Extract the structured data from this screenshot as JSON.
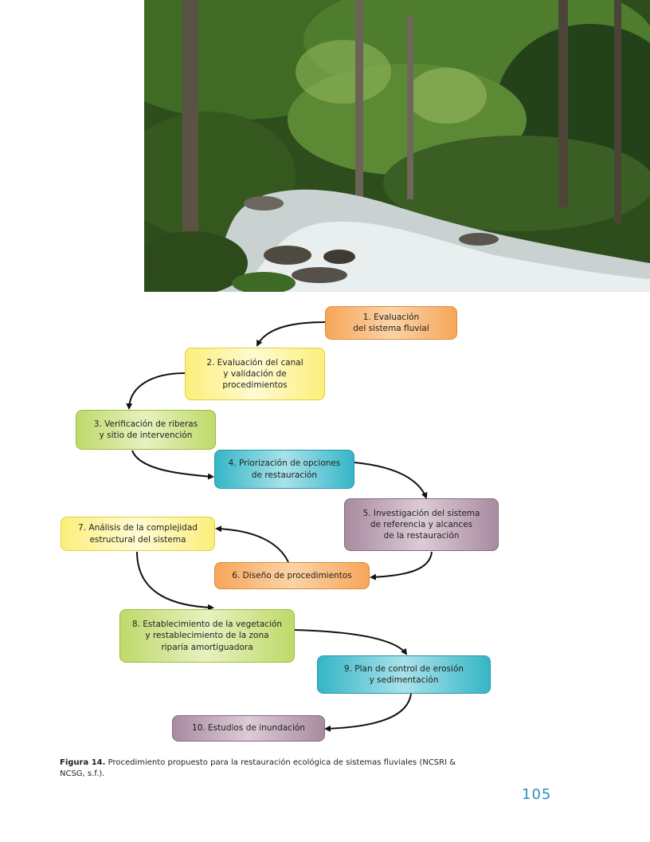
{
  "figure": {
    "steps": [
      {
        "label": "1. Evaluación\ndel sistema fluvial",
        "color": "orange"
      },
      {
        "label": "2. Evaluación del canal\ny validación de\nprocedimientos",
        "color": "yellow"
      },
      {
        "label": "3. Verificación de riberas\ny sitio de intervención",
        "color": "green"
      },
      {
        "label": "4. Priorización de opciones\nde restauración",
        "color": "teal"
      },
      {
        "label": "5. Investigación del sistema\nde referencia y alcances\nde la restauración",
        "color": "purple"
      },
      {
        "label": "6. Diseño de procedimientos",
        "color": "orange"
      },
      {
        "label": "7. Análisis de la complejidad\nestructural del sistema",
        "color": "yellow"
      },
      {
        "label": "8. Establecimiento de la vegetación\ny restablecimiento de la zona\nriparia amortiguadora",
        "color": "green"
      },
      {
        "label": "9. Plan de control de erosión\ny sedimentación",
        "color": "teal"
      },
      {
        "label": "10. Estudios de inundación",
        "color": "purple"
      }
    ]
  },
  "caption": {
    "label": "Figura 14.",
    "text": " Procedimiento propuesto para la restauración ecológica de sistemas  fluviales (NCSRI  & NCSG,  s.f.)."
  },
  "page_number": "105"
}
